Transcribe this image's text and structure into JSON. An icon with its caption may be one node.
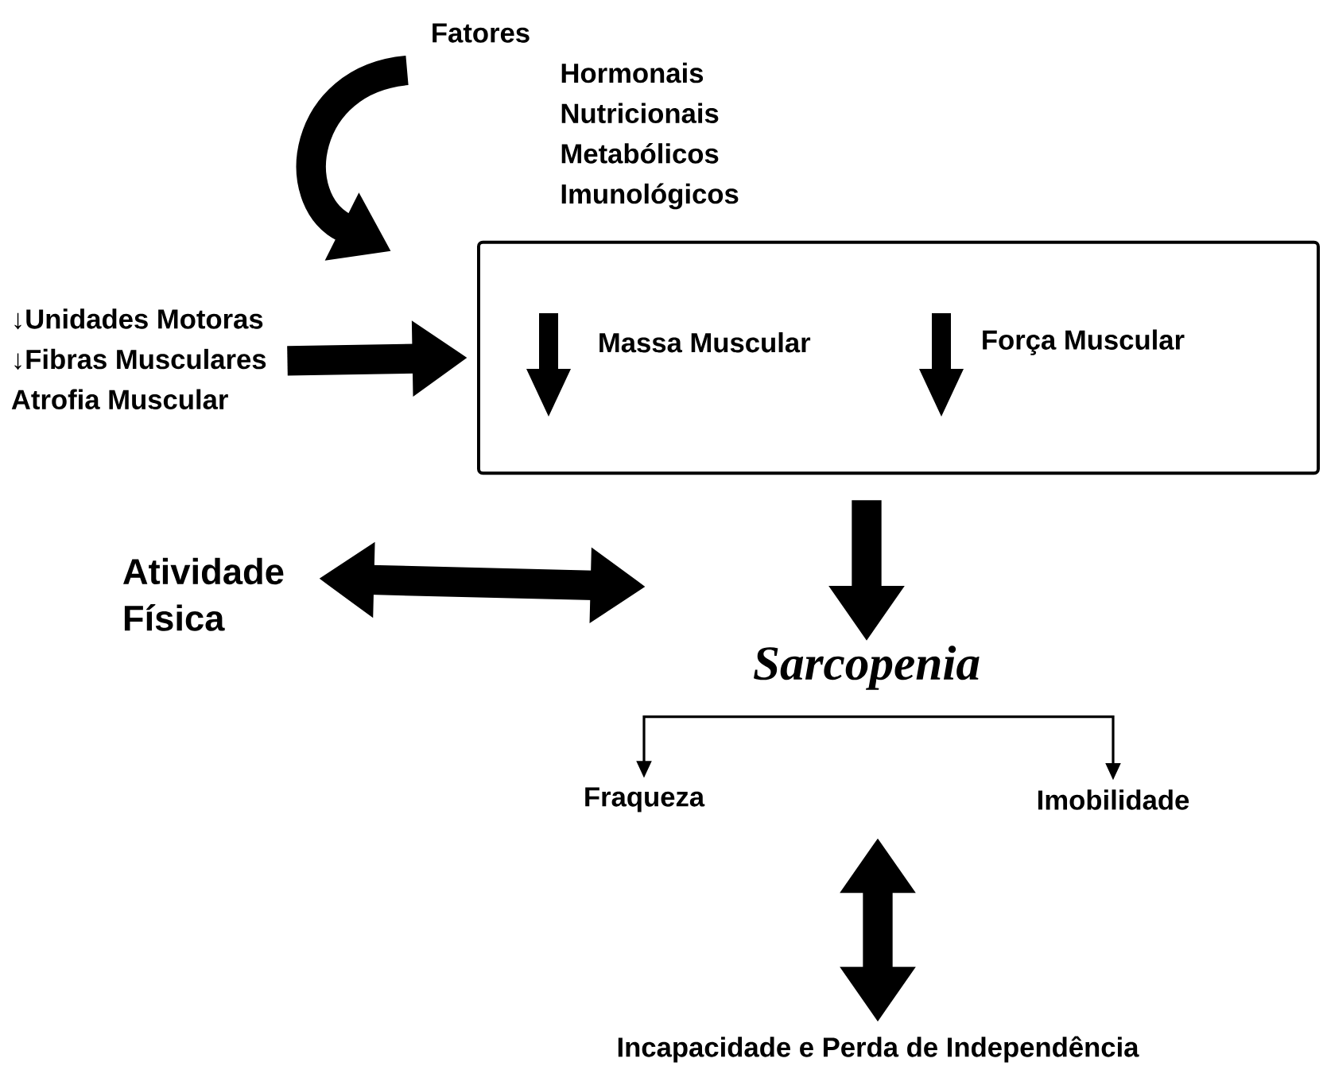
{
  "diagram": {
    "nodes": [
      {
        "text": [
          "Fatores",
          "Hormonais",
          "Nutricionais",
          "Metabólicos",
          "Imunológicos"
        ]
      },
      {
        "text": [
          "↓Unidades Motoras",
          "↓Fibras Musculares",
          "Atrofia Muscular"
        ]
      },
      {
        "text": [],
        "shape": "box"
      },
      {
        "text": [
          "Massa Muscular"
        ],
        "in": 2
      },
      {
        "text": [
          "Força Muscular"
        ],
        "in": 2
      },
      {
        "text": [
          "Atividade Física"
        ]
      },
      {
        "text": [
          "Sarcopenia"
        ]
      },
      {
        "text": [
          "Fraqueza"
        ]
      },
      {
        "text": [
          "Imobilidade"
        ]
      },
      {
        "text": [
          "Incapacidade e Perda de Independência"
        ]
      }
    ],
    "edges": [
      {
        "from": 0,
        "to": null,
        "arrow": "to"
      },
      {
        "from": 1,
        "to": 2,
        "arrow": "to"
      },
      {
        "from": 2,
        "to": 6,
        "arrow": "to"
      },
      {
        "from": 5,
        "to": null,
        "arrow": "both"
      },
      {
        "from": 6,
        "to": 7,
        "arrow": "to"
      },
      {
        "from": 6,
        "to": 8,
        "arrow": "to"
      },
      {
        "from": null,
        "to": 9,
        "arrow": "both"
      }
    ]
  }
}
